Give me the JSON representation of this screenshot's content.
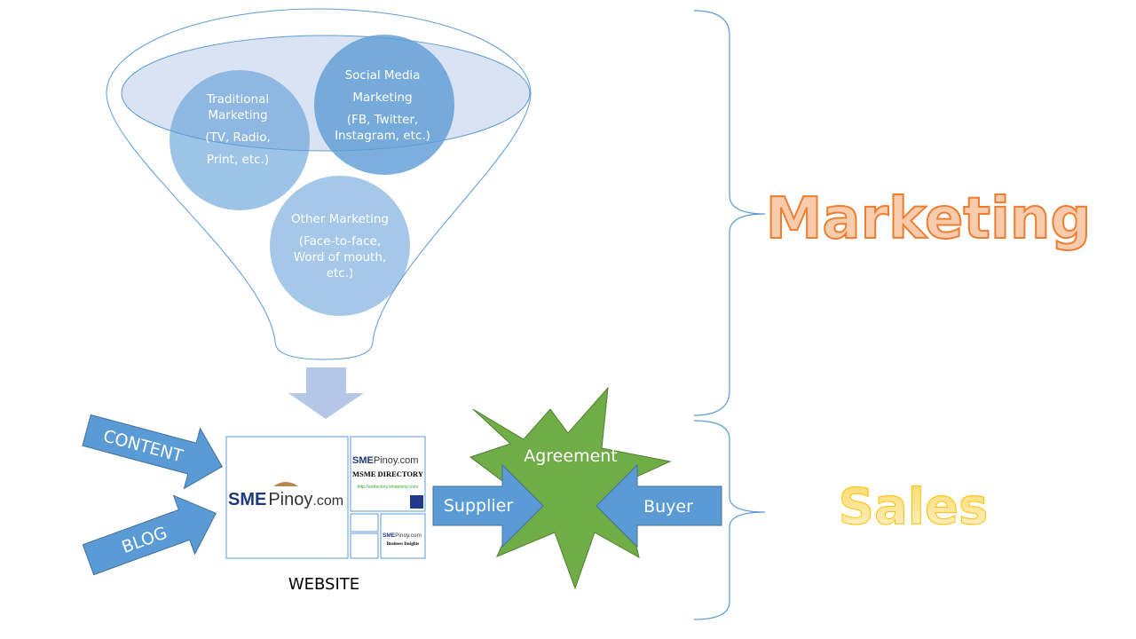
{
  "funnel": {
    "traditional": [
      "Traditional",
      "Marketing",
      "(TV, Radio,",
      "Print, etc.)"
    ],
    "social": [
      "Social Media",
      "Marketing",
      "(FB, Twitter,",
      "Instagram, etc.)"
    ],
    "other": [
      "Other Marketing",
      "(Face-to-face,",
      "Word of mouth,",
      "etc.)"
    ]
  },
  "inputs": {
    "content": "CONTENT",
    "blog": "BLOG"
  },
  "website": {
    "label": "WEBSITE",
    "logo_sme": "SME",
    "logo_pinoy": "Pinoy",
    "logo_com": ".com",
    "directory_title": "MSME DIRECTORY",
    "directory_url": "http://edirectory.smepinoy.com/",
    "insights": "Business Insights"
  },
  "deal": {
    "agreement": "Agreement",
    "supplier": "Supplier",
    "buyer": "Buyer"
  },
  "sections": {
    "marketing": "Marketing",
    "sales": "Sales"
  },
  "colors": {
    "blue": "#5b9bd5",
    "green": "#70ad47",
    "orange": "#ed7d31",
    "yellow": "#ffc000"
  }
}
